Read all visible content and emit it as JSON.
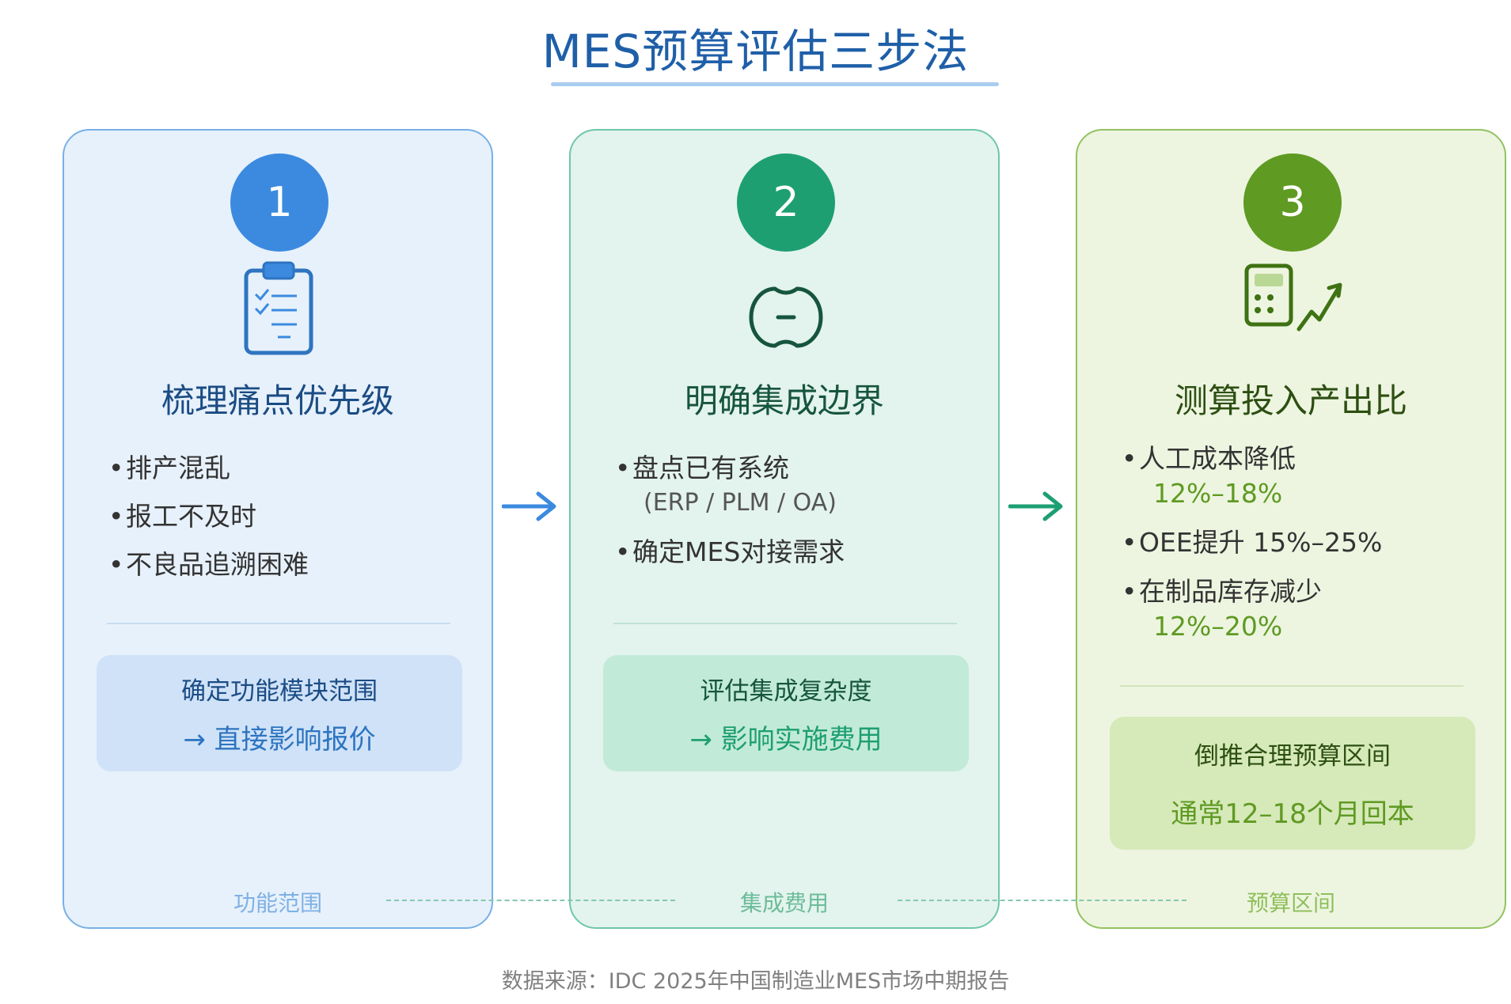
{
  "title": "MES预算评估三步法",
  "steps": [
    {
      "number": "1",
      "icon": "clipboard-checklist-icon",
      "title": "梳理痛点优先级",
      "bullets": [
        "排产混乱",
        "报工不及时",
        "不良品追溯困难"
      ],
      "box_line1": "确定功能模块范围",
      "box_line2": "→ 直接影响报价",
      "footer": "功能范围",
      "color": "#3b8ae0"
    },
    {
      "number": "2",
      "icon": "linked-rings-icon",
      "title": "明确集成边界",
      "bullets": [
        {
          "text": "盘点已有系统",
          "sub": "(ERP / PLM / OA)"
        },
        {
          "text": "确定MES对接需求"
        }
      ],
      "box_line1": "评估集成复杂度",
      "box_line2": "→ 影响实施费用",
      "footer": "集成费用",
      "color": "#1d9f72"
    },
    {
      "number": "3",
      "icon": "calculator-trend-icon",
      "title": "测算投入产出比",
      "bullets": [
        {
          "text": "人工成本降低",
          "sub": "12%–18%"
        },
        {
          "text": "OEE提升 15%–25%"
        },
        {
          "text": "在制品库存减少",
          "sub": "12%–20%"
        }
      ],
      "box_line1": "倒推合理预算区间",
      "box_line2": "通常12–18个月回本",
      "footer": "预算区间",
      "color": "#5f9a22"
    }
  ],
  "arrows": [
    "arrow-right-icon",
    "arrow-right-icon"
  ],
  "source": "数据来源：IDC 2025年中国制造业MES市场中期报告"
}
